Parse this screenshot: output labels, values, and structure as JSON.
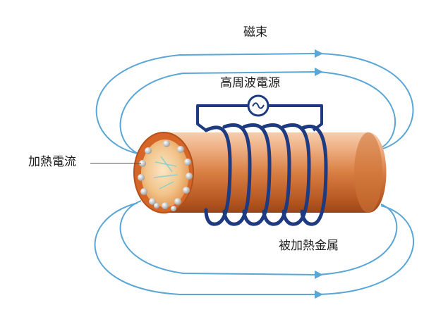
{
  "labels": {
    "magnetic_flux": "磁束",
    "hf_power_source": "高周波電源",
    "heating_current": "加熱電流",
    "heated_metal": "被加熱金属"
  },
  "colors": {
    "field_line": "#5aa6d6",
    "coil": "#1e3a80",
    "metal_light": "#f2c09a",
    "metal_mid": "#d27a3e",
    "metal_dark": "#a44a1a"
  },
  "icons": {
    "source_symbol": "ac-source-icon",
    "eddy_particle": "electron-dot-icon"
  }
}
